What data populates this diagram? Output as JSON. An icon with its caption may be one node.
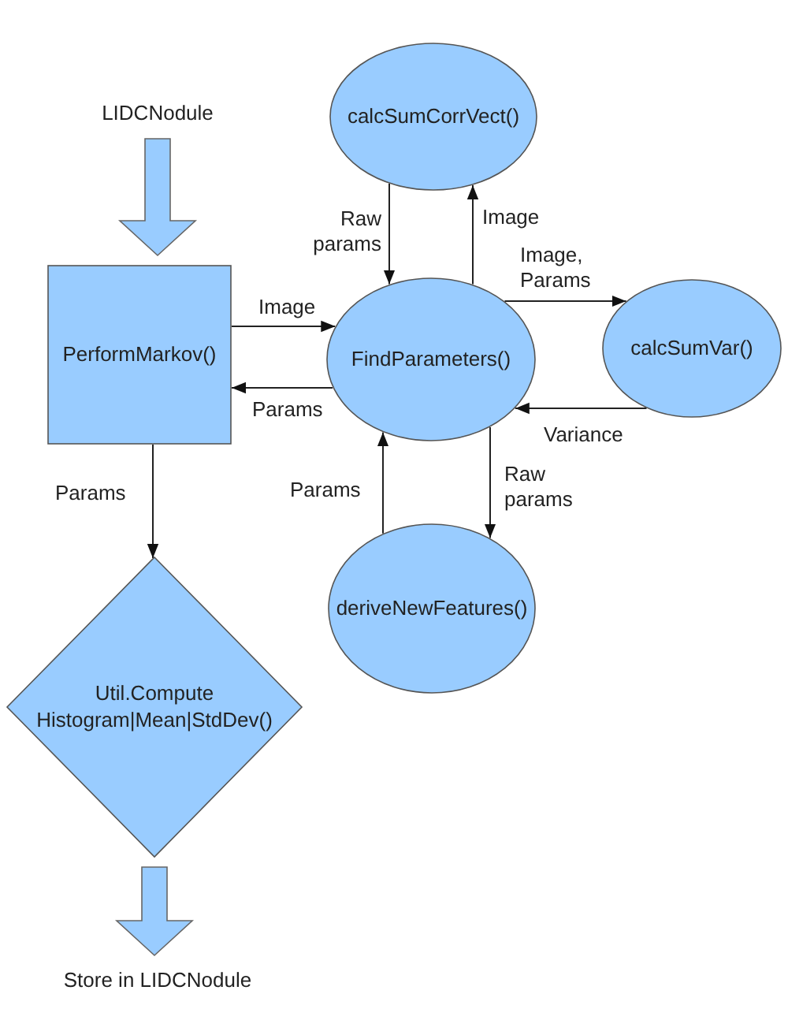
{
  "diagram": {
    "nodes": [
      {
        "text": [
          "LIDCNodule"
        ]
      },
      {
        "text": [
          "calcSumCorrVect()"
        ]
      },
      {
        "text": [
          "PerformMarkov()"
        ]
      },
      {
        "text": [
          "FindParameters()"
        ]
      },
      {
        "text": [
          "calcSumVar()"
        ]
      },
      {
        "text": [
          "deriveNewFeatures()"
        ]
      },
      {
        "text": [
          "Util.Compute Histogram|Mean|StdDev()"
        ]
      },
      {
        "text": [
          "Store in LIDCNodule"
        ]
      }
    ],
    "edges": [
      {
        "from": 0,
        "to": 2,
        "arrow": "to",
        "style": "thick"
      },
      {
        "from": 1,
        "to": 3,
        "arrow": "to",
        "label": "Raw params"
      },
      {
        "from": 3,
        "to": 1,
        "arrow": "to",
        "label": "Image"
      },
      {
        "from": 2,
        "to": 3,
        "arrow": "to",
        "label": "Image"
      },
      {
        "from": 3,
        "to": 2,
        "arrow": "to",
        "label": "Params"
      },
      {
        "from": 3,
        "to": 4,
        "arrow": "to",
        "label": "Image, Params"
      },
      {
        "from": 4,
        "to": 3,
        "arrow": "to",
        "label": "Variance"
      },
      {
        "from": 3,
        "to": 5,
        "arrow": "to",
        "label": "Raw params"
      },
      {
        "from": 5,
        "to": 3,
        "arrow": "to",
        "label": "Params"
      },
      {
        "from": 2,
        "to": 6,
        "arrow": "to",
        "label": "Params"
      },
      {
        "from": 6,
        "to": 7,
        "arrow": "to",
        "style": "thick"
      }
    ]
  }
}
